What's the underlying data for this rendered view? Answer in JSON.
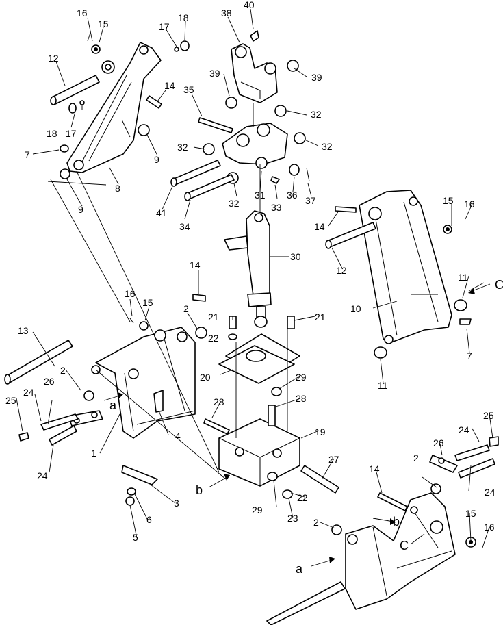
{
  "callouts": {
    "c1": "1",
    "c2a": "2",
    "c2b": "2",
    "c2c": "2",
    "c2d": "2",
    "c3": "3",
    "c4": "4",
    "c5": "5",
    "c6": "6",
    "c7a": "7",
    "c7b": "7",
    "c8": "8",
    "c9a": "9",
    "c9b": "9",
    "c10": "10",
    "c11a": "11",
    "c11b": "11",
    "c12a": "12",
    "c12b": "12",
    "c13": "13",
    "c14a": "14",
    "c14b": "14",
    "c14c": "14",
    "c14d": "14",
    "c15a": "15",
    "c15b": "15",
    "c15c": "15",
    "c15d": "15",
    "c16a": "16",
    "c16b": "16",
    "c16c": "16",
    "c16d": "16",
    "c17a": "17",
    "c17b": "17",
    "c18a": "18",
    "c18b": "18",
    "c19": "19",
    "c20": "20",
    "c21a": "21",
    "c21b": "21",
    "c22a": "22",
    "c22b": "22",
    "c23": "23",
    "c24a": "24",
    "c24b": "24",
    "c24c": "24",
    "c24d": "24",
    "c25a": "25",
    "c25b": "25",
    "c26a": "26",
    "c26b": "26",
    "c27": "27",
    "c28a": "28",
    "c28b": "28",
    "c29a": "29",
    "c29b": "29",
    "c30": "30",
    "c31": "31",
    "c32a": "32",
    "c32b": "32",
    "c32c": "32",
    "c32d": "32",
    "c33": "33",
    "c34": "34",
    "c35": "35",
    "c36": "36",
    "c37": "37",
    "c38": "38",
    "c39a": "39",
    "c39b": "39",
    "c40": "40",
    "c41": "41"
  },
  "refs": {
    "a1": "a",
    "a2": "a",
    "b1": "b",
    "b2": "b",
    "cc1": "C",
    "cc2": "C"
  }
}
